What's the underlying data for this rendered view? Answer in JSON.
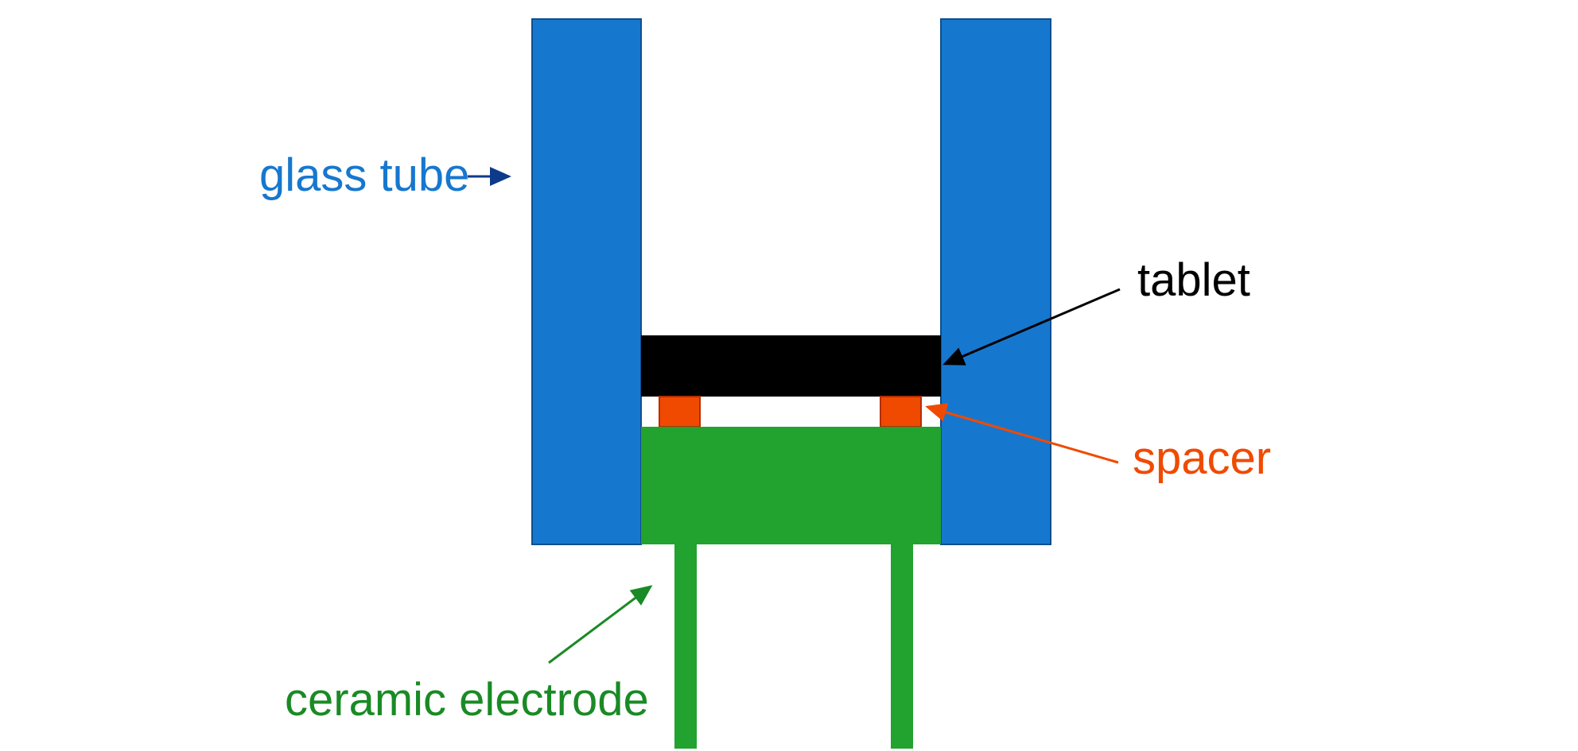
{
  "labels": {
    "glass_tube": "glass tube",
    "tablet": "tablet",
    "spacer": "spacer",
    "ceramic_electrode": "ceramic electrode"
  },
  "colors": {
    "glass_tube": "#1677cf",
    "glass_tube_stroke": "#0e4f8f",
    "glass_tube_arrow": "#0d3a8a",
    "tablet": "#000000",
    "spacer": "#f04a00",
    "spacer_stroke": "#b52e00",
    "ceramic_electrode": "#22a22f",
    "ceramic_label": "#1a8a25"
  }
}
